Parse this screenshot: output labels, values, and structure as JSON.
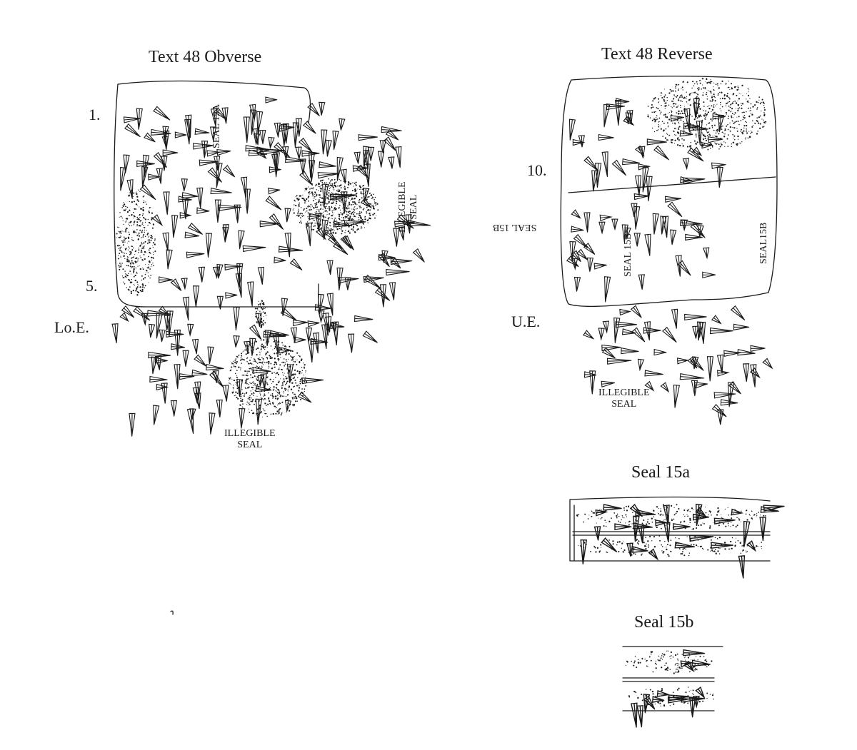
{
  "obverse": {
    "title": "Text 48 Obverse",
    "line_1": "1.",
    "line_5": "5.",
    "lower_edge": "Lo.E.",
    "seal_15a": "SEAL 15A",
    "illegible_seal_right": {
      "line1": "ILLEGIBLE",
      "line2": "SEAL"
    },
    "illegible_seal_bottom": {
      "line1": "ILLEGIBLE",
      "line2": "SEAL"
    }
  },
  "reverse": {
    "title": "Text 48 Reverse",
    "line_10": "10.",
    "upper_edge": "U.E.",
    "seal_15b_inverted": "SEAL 15B",
    "seal_15b_center": "SEAL 15B",
    "seal_15b_right": "SEAL15B",
    "illegible_seal": {
      "line1": "ILLEGIBLE",
      "line2": "SEAL"
    }
  },
  "seals": {
    "seal_15a_title": "Seal 15a",
    "seal_15b_title": "Seal 15b"
  },
  "colors": {
    "ink": "#1a1a1a",
    "paper": "#ffffff"
  }
}
